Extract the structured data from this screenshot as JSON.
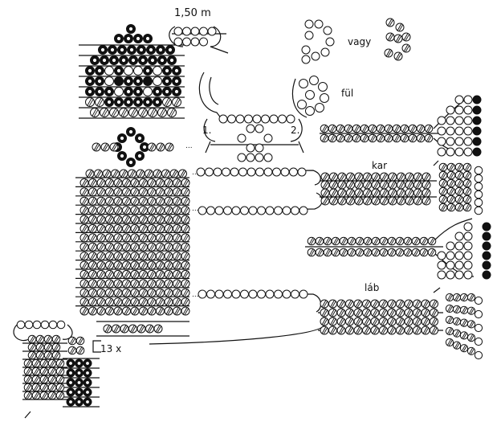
{
  "labels": {
    "length": "1,50 m",
    "or": "vagy",
    "ear": "fül",
    "step1": "1.",
    "step2": "2.",
    "arm": "kar",
    "leg": "láb",
    "repeat": "13 x",
    "dots": "..."
  },
  "colors": {
    "ink": "#111111",
    "paper": "#ffffff"
  }
}
